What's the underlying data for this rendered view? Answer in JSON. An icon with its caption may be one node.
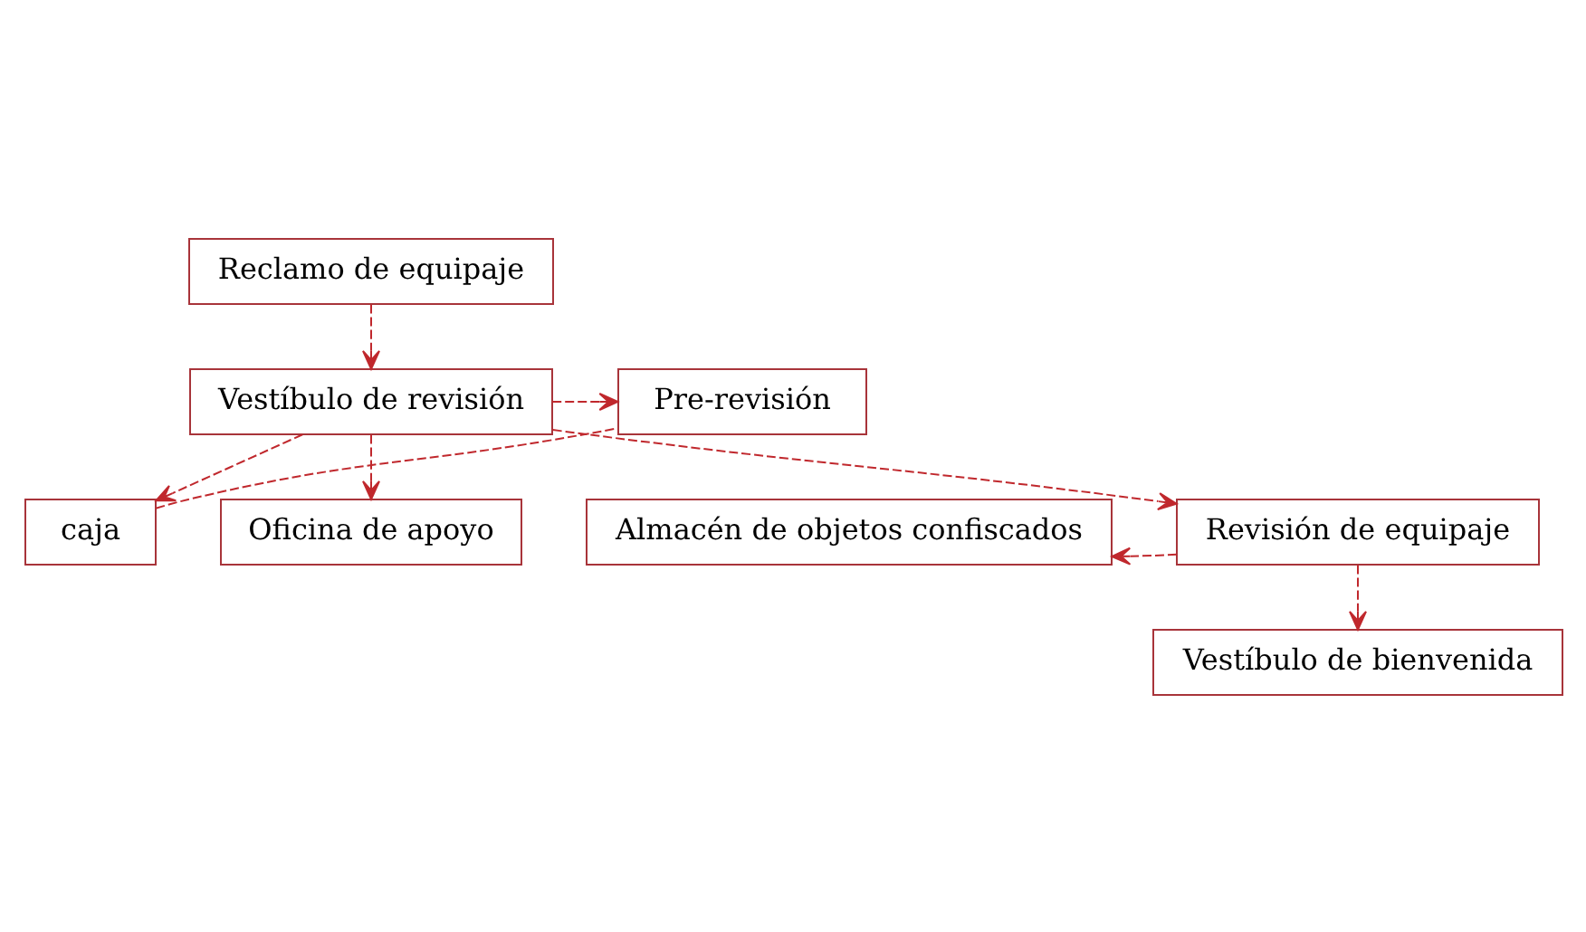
{
  "diagram": {
    "nodes": [
      {
        "text": [
          "Reclamo de equipaje"
        ]
      },
      {
        "text": [
          "Vestíbulo de revisión"
        ]
      },
      {
        "text": [
          "caja"
        ]
      },
      {
        "text": [
          "Pre-revisión"
        ]
      },
      {
        "text": [
          "Oficina de apoyo"
        ]
      },
      {
        "text": [
          "Revisión de equipaje"
        ]
      },
      {
        "text": [
          "Almacén de objetos confiscados"
        ]
      },
      {
        "text": [
          "Vestíbulo de bienvenida"
        ]
      }
    ],
    "edges": [
      {
        "from": 0,
        "to": 1,
        "arrow": "to",
        "style": "dashed"
      },
      {
        "from": 1,
        "to": 2,
        "arrow": "to",
        "style": "dashed"
      },
      {
        "from": 1,
        "to": 3,
        "arrow": "to",
        "style": "dashed"
      },
      {
        "from": 1,
        "to": 4,
        "arrow": "to",
        "style": "dashed"
      },
      {
        "from": 2,
        "to": 3,
        "arrow": "none",
        "style": "dashed"
      },
      {
        "from": 1,
        "to": 5,
        "arrow": "to",
        "style": "dashed"
      },
      {
        "from": 5,
        "to": 6,
        "arrow": "to",
        "style": "dashed"
      },
      {
        "from": 5,
        "to": 7,
        "arrow": "to",
        "style": "dashed"
      }
    ]
  }
}
